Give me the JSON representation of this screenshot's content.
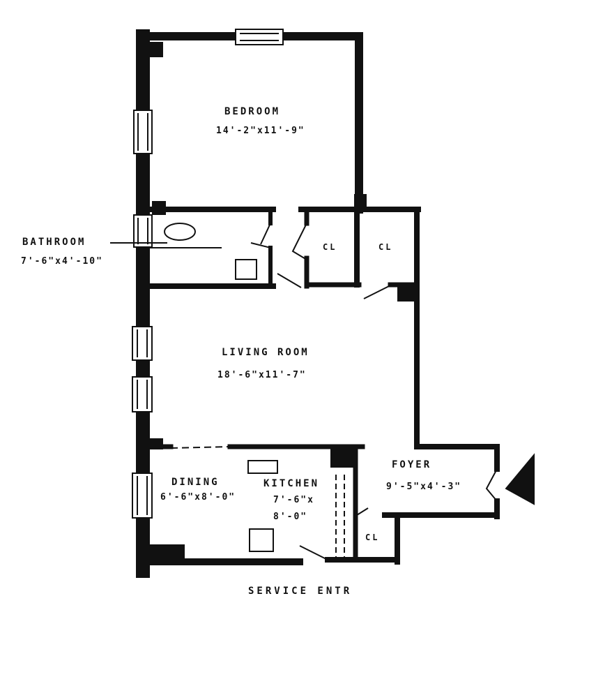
{
  "rooms": {
    "bedroom": {
      "name": "BEDROOM",
      "size": "14'-2\"x11'-9\""
    },
    "bathroom": {
      "name": "BATHROOM",
      "size": "7'-6\"x4'-10\""
    },
    "closet1": {
      "name": "CL"
    },
    "closet2": {
      "name": "CL"
    },
    "living": {
      "name": "LIVING ROOM",
      "size": "18'-6\"x11'-7\""
    },
    "dining": {
      "name": "DINING",
      "size": "6'-6\"x8'-0\""
    },
    "kitchen": {
      "name": "KITCHEN",
      "size_line1": "7'-6\"x",
      "size_line2": "8'-0\""
    },
    "foyer": {
      "name": "FOYER",
      "size": "9'-5\"x4'-3\""
    },
    "closet3": {
      "name": "CL"
    }
  },
  "service_entrance": "SERVICE ENTR"
}
